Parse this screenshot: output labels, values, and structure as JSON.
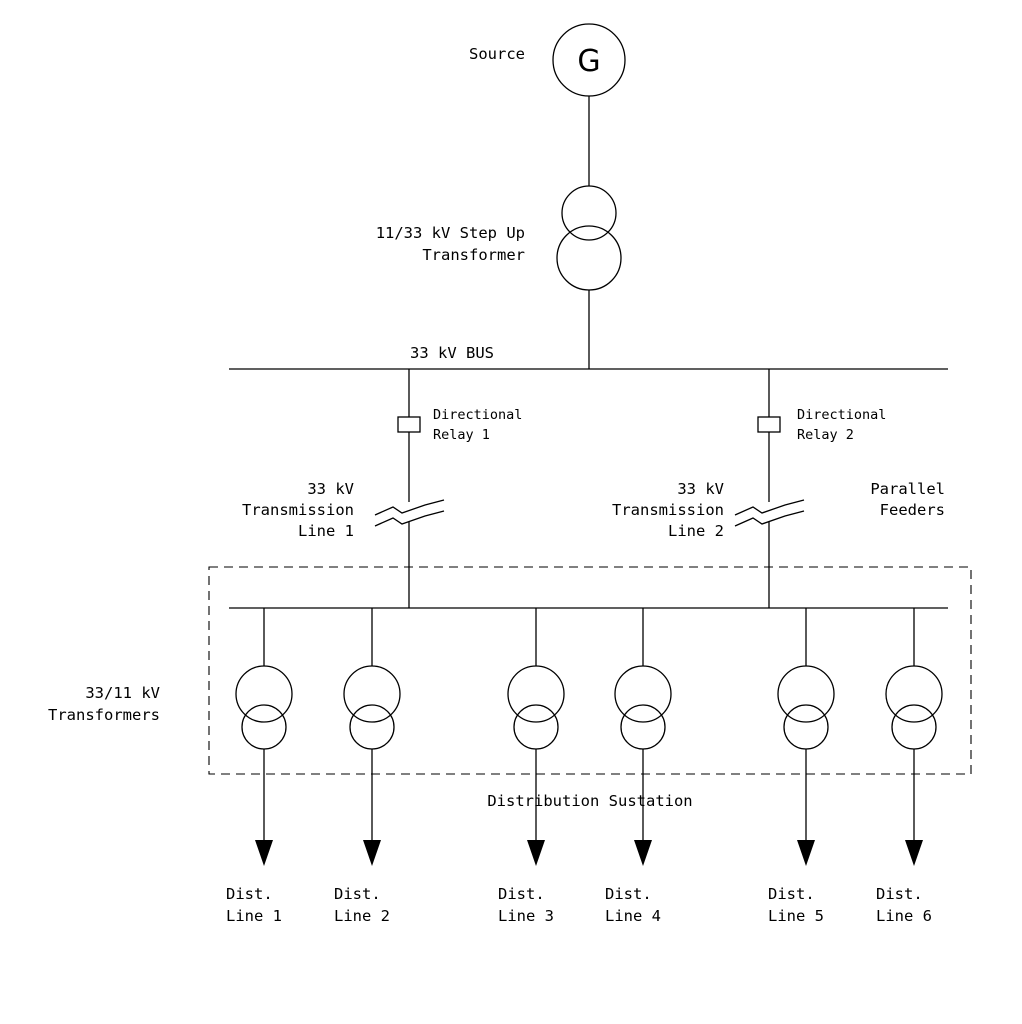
{
  "source": {
    "label": "Source",
    "symbol": "G"
  },
  "step_up_transformer": {
    "line1": "11/33 kV Step Up",
    "line2": "Transformer"
  },
  "bus": {
    "label": "33 kV BUS"
  },
  "relays": [
    {
      "line1": "Directional",
      "line2": "Relay 1"
    },
    {
      "line1": "Directional",
      "line2": "Relay 2"
    }
  ],
  "transmission_lines": [
    {
      "line1": "33 kV",
      "line2": "Transmission",
      "line3": "Line 1"
    },
    {
      "line1": "33 kV",
      "line2": "Transmission",
      "line3": "Line 2"
    }
  ],
  "parallel_feeders": {
    "line1": "Parallel",
    "line2": "Feeders"
  },
  "distribution_transformers": {
    "line1": "33/11 kV",
    "line2": "Transformers"
  },
  "dist_lines": [
    {
      "line1": "Dist.",
      "line2": "Line 1"
    },
    {
      "line1": "Dist.",
      "line2": "Line 2"
    },
    {
      "line1": "Dist.",
      "line2": "Line 3"
    },
    {
      "line1": "Dist.",
      "line2": "Line 4"
    },
    {
      "line1": "Dist.",
      "line2": "Line 5"
    },
    {
      "line1": "Dist.",
      "line2": "Line 6"
    }
  ],
  "substation": {
    "label": "Distribution Sustation"
  }
}
